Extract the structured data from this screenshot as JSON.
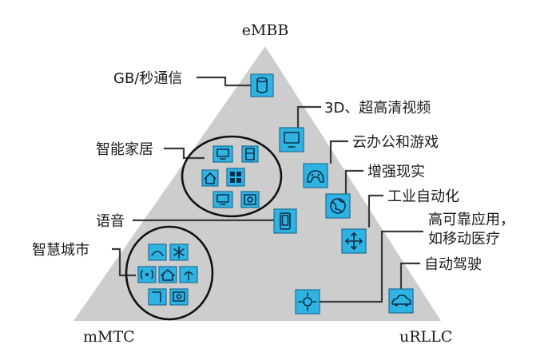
{
  "vertices": {
    "top": "eMBB",
    "left": "mMTC",
    "right": "uRLLC"
  },
  "labels": {
    "gb": "GB/秒通信",
    "video": "3D、超高清视频",
    "cloud": "云办公和游戏",
    "ar": "增强现实",
    "industry": "工业自动化",
    "reliable1": "高可靠应用，",
    "reliable2": "如移动医疗",
    "driving": "自动驾驶",
    "smarthome": "智能家居",
    "voice": "语音",
    "smartcity": "智慧城市"
  },
  "icons": {
    "gb": "cylinder-icon",
    "video": "monitor-icon",
    "cloud": "gamepad-icon",
    "ar": "globe-icon",
    "industry": "crosshair-icon",
    "voice": "phone-icon",
    "driving_top": "crosshair-icon",
    "driving_bottom": "car-icon"
  },
  "colors": {
    "triangle": "#cdcdcd",
    "icon_box": "#2fb3e3",
    "icon_box_border": "#1b6f95",
    "ink": "#0e2f48"
  }
}
